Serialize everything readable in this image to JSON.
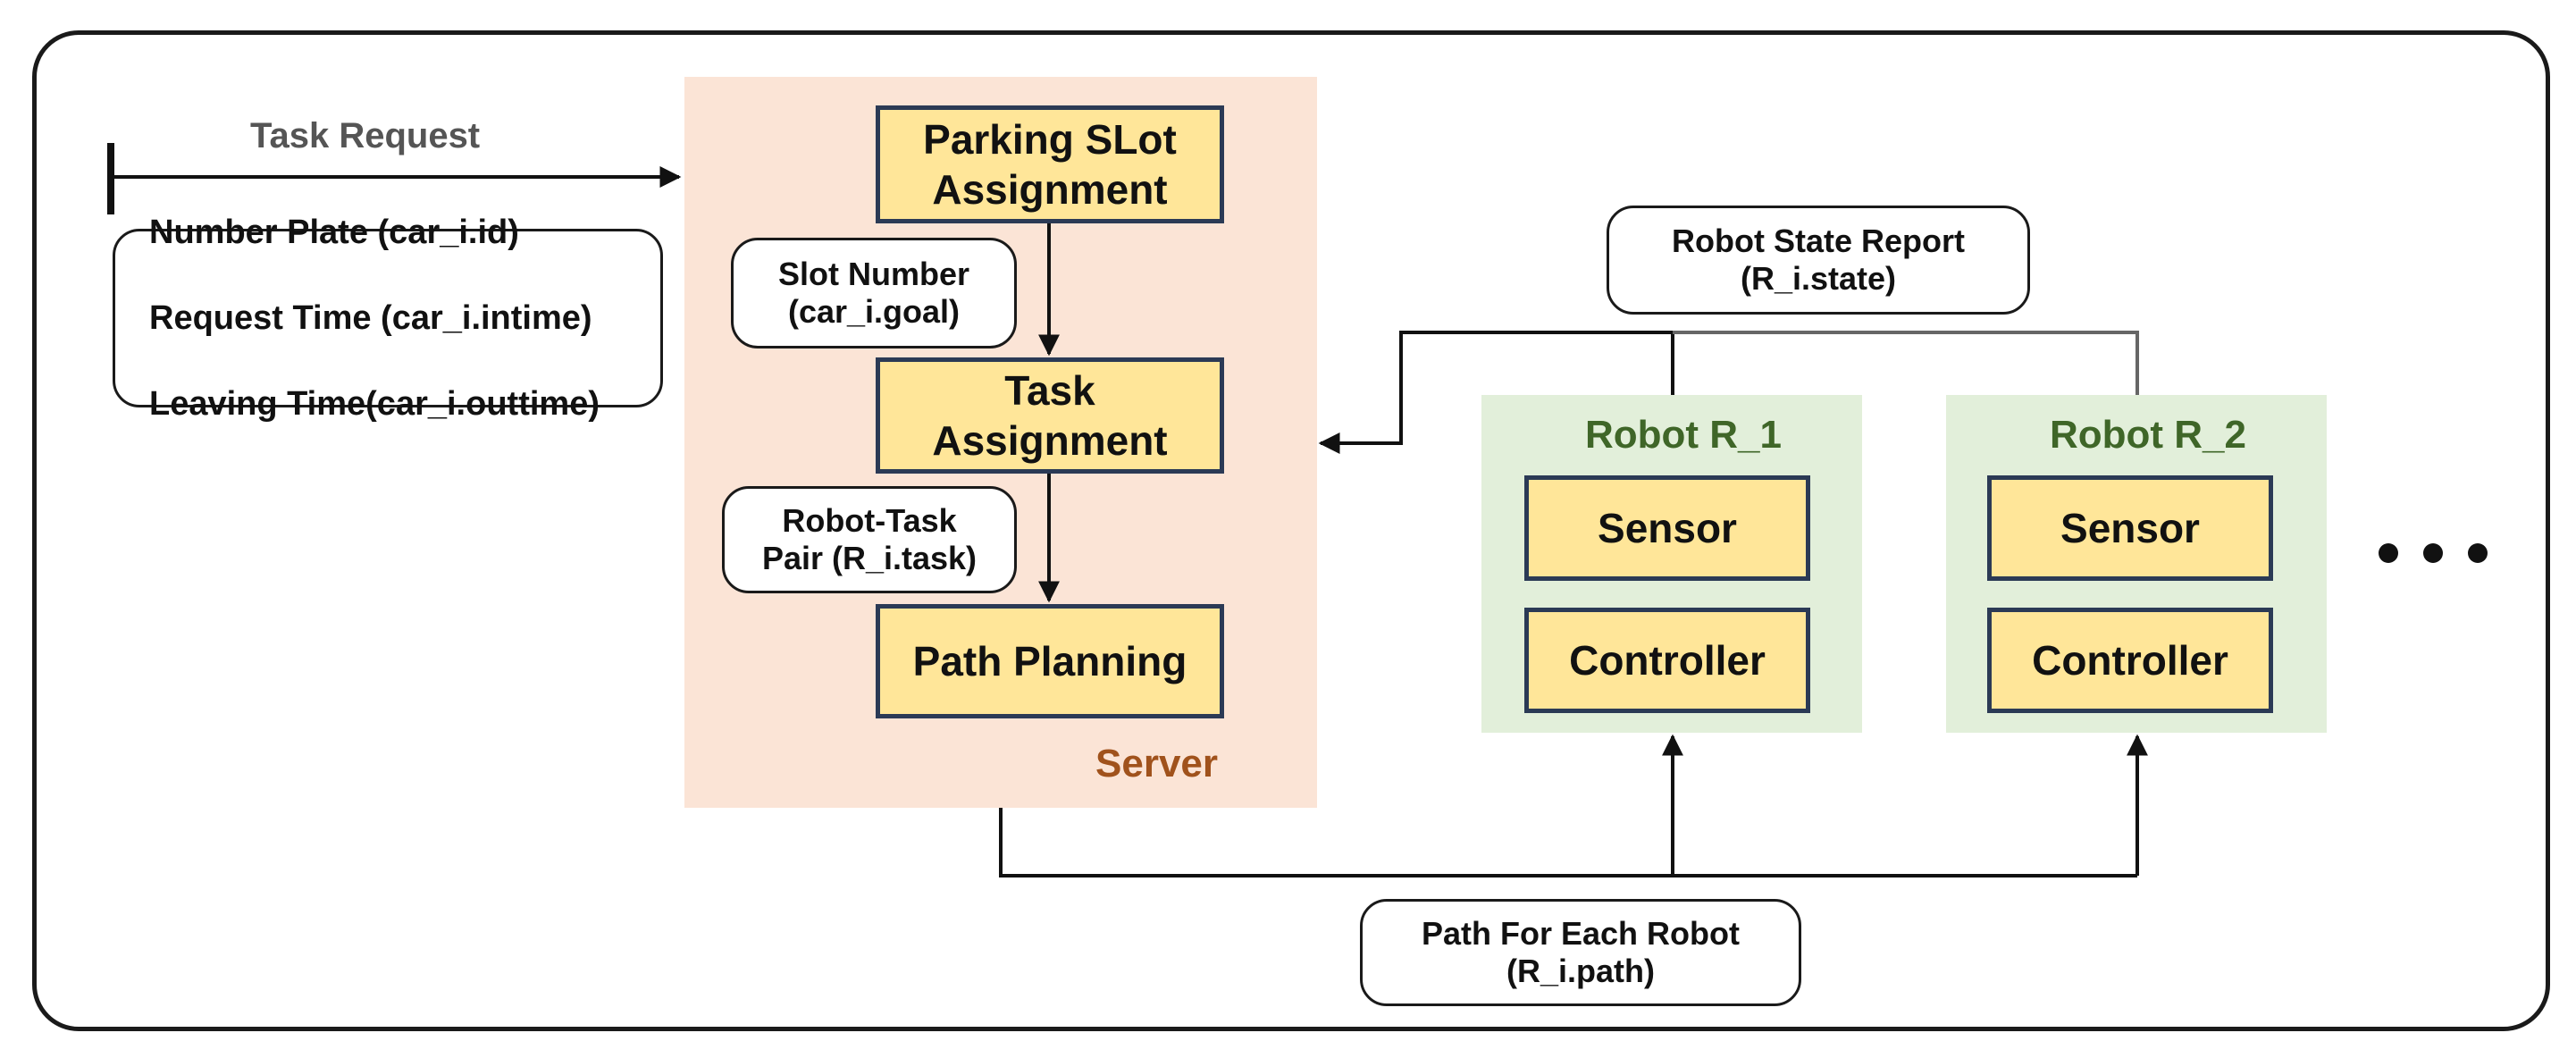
{
  "task_request": {
    "label": "Task Request",
    "fields": [
      "Number Plate (car_i.id)",
      "Request Time (car_i.intime)",
      "Leaving Time(car_i.outtime)"
    ]
  },
  "server": {
    "title": "Server",
    "steps": {
      "slot_assignment": "Parking SLot\nAssignment",
      "task_assignment": "Task\nAssignment",
      "path_planning": "Path Planning"
    },
    "notes": {
      "slot_number": "Slot Number\n(car_i.goal)",
      "robot_task_pair": "Robot-Task\nPair (R_i.task)"
    }
  },
  "robots": [
    {
      "title": "Robot R_1",
      "sensor": "Sensor",
      "controller": "Controller"
    },
    {
      "title": "Robot R_2",
      "sensor": "Sensor",
      "controller": "Controller"
    }
  ],
  "state_report": "Robot State Report\n(R_i.state)",
  "path_output": "Path For Each Robot\n(R_i.path)"
}
